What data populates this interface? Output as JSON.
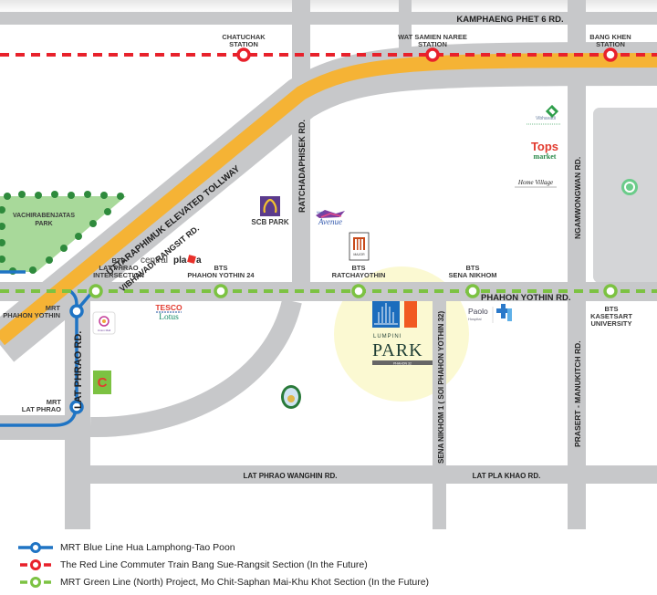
{
  "colors": {
    "road": "#c7c8ca",
    "tollway": "#f5b335",
    "red_line": "#e8212b",
    "green_line": "#7cc242",
    "blue_line": "#1f74c4",
    "park_fill": "#a8d99a",
    "park_tree": "#2e8a3c",
    "highlight_circle": "#fbf9d2"
  },
  "roads": {
    "kamphaeng_phet_6": "KAMPHAENG PHET 6 RD.",
    "tollway": "UTTARAPHIMUK ELEVATED TOLLWAY",
    "vibhavadi": "VIBHAVADI RANGSIT RD.",
    "ratchadaphisek": "RATCHADAPHISEK RD.",
    "ngamwongwan": "NGAMWONGWAN RD.",
    "phahon_yothin": "PHAHON YOTHIN RD.",
    "lat_phrao": "LAT PHRAO RD.",
    "sena_nikhom": "SENA NIKHOM 1 ( SOI PHAHON YOTHIN 32)",
    "prasert_manukitch": "PRASERT - MANUKITCH RD.",
    "lat_phrao_wanghin": "LAT PHRAO WANGHIN RD.",
    "lat_pla_khao": "LAT PLA KHAO RD."
  },
  "red_stations": [
    {
      "line1": "CHATUCHAK",
      "line2": "STATION"
    },
    {
      "line1": "WAT SAMIEN NAREE",
      "line2": "STATION"
    },
    {
      "line1": "BANG KHEN",
      "line2": "STATION"
    }
  ],
  "green_stations": [
    {
      "line1": "BTS",
      "line2": "LAT PHRAO",
      "line3": "INTERSECTION"
    },
    {
      "line1": "BTS",
      "line2": "PHAHON YOTHIN 24"
    },
    {
      "line1": "BTS",
      "line2": "RATCHAYOTHIN"
    },
    {
      "line1": "BTS",
      "line2": "SENA NIKHOM"
    },
    {
      "line1": "BTS",
      "line2": "KASETSART",
      "line3": "UNIVERSITY"
    }
  ],
  "blue_stations": [
    {
      "line1": "MRT",
      "line2": "PHAHON YOTHIN"
    },
    {
      "line1": "MRT",
      "line2": "LAT PHRAO"
    }
  ],
  "park": {
    "line1": "VACHIRABENJATAS",
    "line2": "PARK"
  },
  "pois": {
    "scb_park": "SCB PARK",
    "central_plaza_a": "central",
    "central_plaza_b": "pla",
    "central_plaza_c": "a",
    "tesco_a": "TESCO",
    "tesco_b": "Lotus",
    "avenue": "Avenue",
    "avenue_small": "Major",
    "major": "MAJOR",
    "union_mall": "Union Mall",
    "big_c": "C",
    "vibhavadi_hospital": "Vibhavadi",
    "tops_a": "Tops",
    "tops_b": "market",
    "home_village": "Home Village",
    "paolo_a": "Paolo",
    "paolo_b": "Hospital",
    "project_a": "LUMPINI",
    "project_b": "PARK",
    "project_c": "PHAHON 32"
  },
  "legend": [
    {
      "label": "MRT Blue Line Hua Lamphong-Tao Poon",
      "color": "#1f74c4",
      "style": "solid"
    },
    {
      "label": "The Red Line Commuter Train Bang Sue-Rangsit Section (In the Future)",
      "color": "#e8212b",
      "style": "dashed"
    },
    {
      "label": "MRT Green Line (North) Project, Mo Chit-Saphan Mai-Khu Khot Section (In the Future)",
      "color": "#7cc242",
      "style": "dashed"
    }
  ]
}
